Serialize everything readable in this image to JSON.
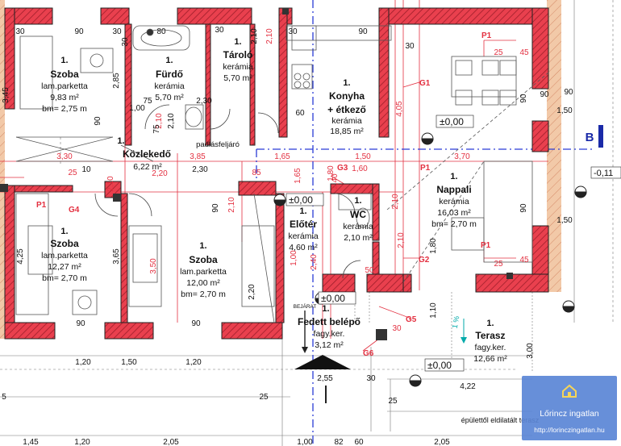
{
  "rooms": [
    {
      "id": "szoba1",
      "number": "1.",
      "name": "Szoba",
      "floor": "lam.parketta",
      "area": "9,83 m²",
      "height": "bm= 2,75 m"
    },
    {
      "id": "furdo",
      "number": "1.",
      "name": "Fürdő",
      "floor": "kerámia",
      "area": "5,70 m²"
    },
    {
      "id": "tarolo",
      "number": "1.",
      "name": "Tároló",
      "floor": "kerámia",
      "area": "5,70 m²"
    },
    {
      "id": "konyha",
      "number": "1.",
      "name": "Konyha",
      "name2": "+ étkező",
      "floor": "kerámia",
      "area": "18,85 m²"
    },
    {
      "id": "kozl",
      "number": "1.",
      "name": "Közlekedő",
      "area": "6,22 m²"
    },
    {
      "id": "nappali",
      "number": "1.",
      "name": "Nappali",
      "floor": "kerámia",
      "area": "16,03 m²",
      "height": "bm= 2,70 m"
    },
    {
      "id": "eloter",
      "number": "1.",
      "name": "Előtér",
      "floor": "kerámia",
      "area": "4,60 m²"
    },
    {
      "id": "wc",
      "number": "1.",
      "name": "WC",
      "floor": "kerámia",
      "area": "2,10 m²"
    },
    {
      "id": "szoba2",
      "number": "1.",
      "name": "Szoba",
      "floor": "lam.parketta",
      "area": "12,27 m²",
      "height": "bm= 2,70 m"
    },
    {
      "id": "szoba3",
      "number": "1.",
      "name": "Szoba",
      "floor": "lam.parketta",
      "area": "12,00 m²",
      "height": "bm= 2,70 m"
    },
    {
      "id": "fedett",
      "number": "1.",
      "name": "Fedett belépő",
      "floor": "fagy.ker.",
      "area": "3,12 m²"
    },
    {
      "id": "terasz",
      "number": "1.",
      "name": "Terasz",
      "floor": "fagy.ker.",
      "area": "12,66 m²"
    }
  ],
  "labels": {
    "padlasfeljaro": "padlásfeljáró",
    "bejarat": "BEJÁRAT",
    "eldilatalt": "épülettől eldilatált terasz",
    "section_b": "B",
    "slope": "1 %"
  },
  "levels": [
    "±0,00",
    "±0,00",
    "±0,00",
    "±0,00",
    "-0,11"
  ],
  "grid_tags": [
    "G1",
    "G2",
    "G3",
    "G4",
    "G5",
    "G6",
    "P1",
    "P1",
    "P1",
    "P1"
  ],
  "dims_red": [
    "3,30",
    "3,85",
    "1,65",
    "1,50",
    "3,70",
    "2,20",
    "2,10",
    "2,10",
    "2,10",
    "2,10",
    "2,10",
    "1,80",
    "1,60",
    "4,05",
    "3,50",
    "1,00",
    "2,40",
    "1,65",
    "2,10",
    "2,40",
    "25",
    "25",
    "45",
    "45",
    "25",
    "85",
    "30",
    "50"
  ],
  "dims_black": [
    "30",
    "90",
    "30",
    "80",
    "30",
    "2,10",
    "90",
    "30",
    "30",
    "90",
    "30",
    "3,45",
    "2,85",
    "2,30",
    "1,00",
    "75",
    "75",
    "2,10",
    "90",
    "2,30",
    "10",
    "60",
    "90",
    "1,50",
    "90",
    "1,50",
    "90",
    "90",
    "4,25",
    "3,65",
    "2,20",
    "1,80",
    "90",
    "90",
    "1,20",
    "1,50",
    "1,20",
    "2,55",
    "30",
    "4,22",
    "3,00",
    "1,10",
    "25",
    "25",
    "5",
    "1,45",
    "1,20",
    "2,05",
    "1,00",
    "82",
    "60",
    "2,05"
  ],
  "watermark": {
    "brand": "Lőrincz ingatlan",
    "url": "http://lorinczingatlan.hu"
  }
}
